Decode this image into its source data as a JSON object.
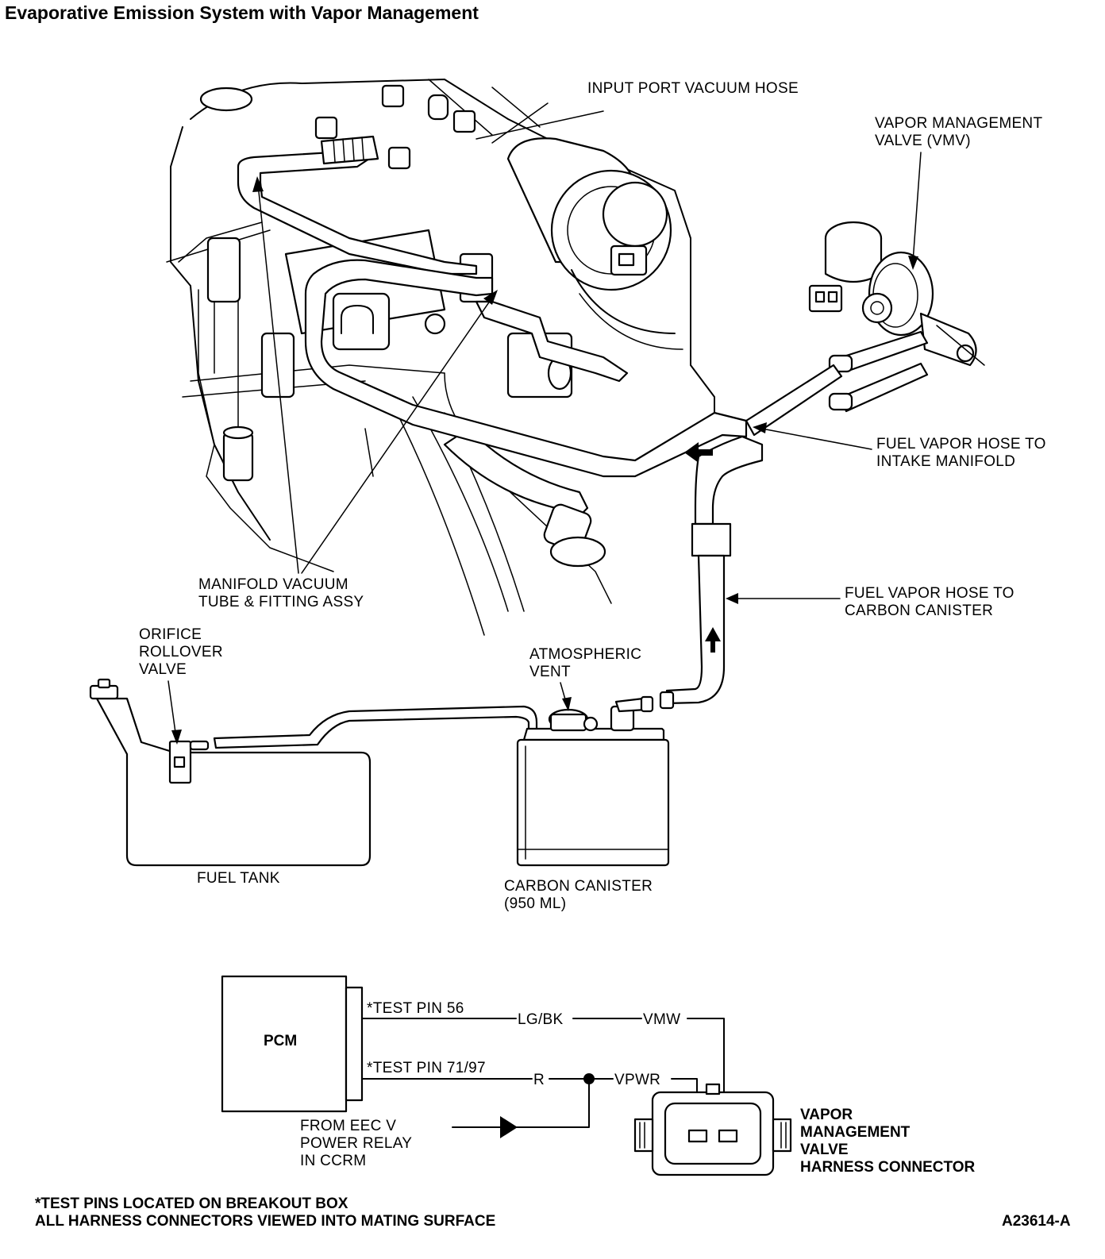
{
  "title": "Evaporative Emission System with Vapor Management",
  "figure_id": "A23614-A",
  "labels": {
    "input_port_vacuum_hose": "INPUT PORT VACUUM HOSE",
    "vmv": [
      "VAPOR MANAGEMENT",
      "VALVE (VMV)"
    ],
    "fuel_vapor_hose_intake": [
      "FUEL VAPOR HOSE TO",
      "INTAKE MANIFOLD"
    ],
    "fuel_vapor_hose_canister": [
      "FUEL VAPOR HOSE TO",
      "CARBON CANISTER"
    ],
    "manifold_vacuum_tube": [
      "MANIFOLD VACUUM",
      "TUBE & FITTING ASSY"
    ],
    "orifice_rollover_valve": [
      "ORIFICE",
      "ROLLOVER",
      "VALVE"
    ],
    "atmospheric_vent": [
      "ATMOSPHERIC",
      "VENT"
    ],
    "fuel_tank": "FUEL TANK",
    "carbon_canister": [
      "CARBON CANISTER",
      "(950 ML)"
    ]
  },
  "wiring": {
    "pcm_label": "PCM",
    "test_pin_56": "*TEST PIN 56",
    "wire_lgbk": "LG/BK",
    "sig_vmw": "VMW",
    "test_pin_71_97": "*TEST PIN 71/97",
    "wire_r": "R",
    "sig_vpwr": "VPWR",
    "from_relay": [
      "FROM EEC V",
      "POWER RELAY",
      "IN CCRM"
    ],
    "connector_label": [
      "VAPOR",
      "MANAGEMENT",
      "VALVE",
      "HARNESS CONNECTOR"
    ]
  },
  "footnotes": [
    "*TEST PINS LOCATED ON BREAKOUT BOX",
    "ALL HARNESS CONNECTORS VIEWED INTO MATING SURFACE"
  ]
}
